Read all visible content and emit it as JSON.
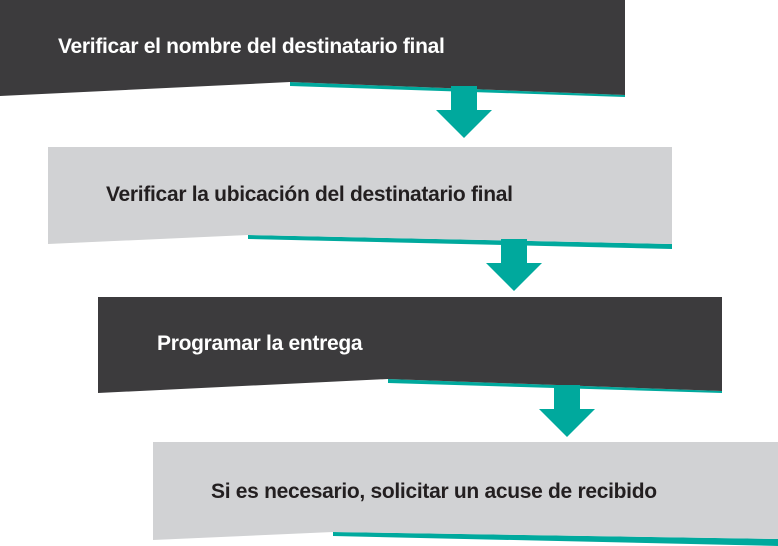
{
  "colors": {
    "dark": "#3c3b3d",
    "light": "#d1d2d4",
    "accent": "#00a99d",
    "text_on_dark": "#ffffff",
    "text_on_light": "#231f20"
  },
  "steps": [
    {
      "label": "Verificar el nombre del destinatario final",
      "style": "dark"
    },
    {
      "label": "Verificar la ubicación del destinatario final",
      "style": "light"
    },
    {
      "label": "Programar la entrega",
      "style": "dark"
    },
    {
      "label": "Si es necesario, solicitar un acuse de recibido",
      "style": "light"
    }
  ],
  "connectors": [
    {
      "icon": "arrow-down-icon"
    },
    {
      "icon": "arrow-down-icon"
    },
    {
      "icon": "arrow-down-icon"
    }
  ]
}
